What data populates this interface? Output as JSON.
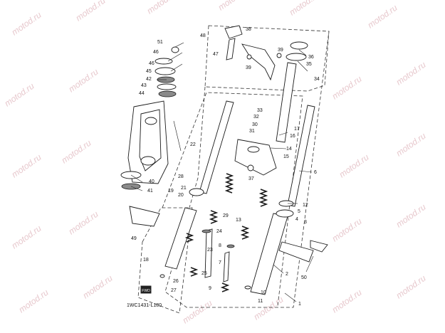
{
  "diagram_code": "1WC1431-L180",
  "watermark": "motod.ru",
  "callouts": [
    "1",
    "2",
    "3",
    "4",
    "5",
    "6",
    "7",
    "8",
    "9",
    "10",
    "11",
    "12",
    "13",
    "14",
    "15",
    "16",
    "17",
    "18",
    "19",
    "20",
    "21",
    "22",
    "23",
    "24",
    "25",
    "26",
    "27",
    "28",
    "29",
    "30",
    "31",
    "32",
    "33",
    "34",
    "35",
    "36",
    "37",
    "38",
    "39",
    "40",
    "41",
    "42",
    "43",
    "44",
    "45",
    "46",
    "47",
    "48",
    "49",
    "50",
    "51"
  ],
  "fwd_label": "FWD",
  "colors": {
    "line": "#1a1a1a",
    "watermark": "#e7c8cd",
    "background": "#ffffff"
  }
}
